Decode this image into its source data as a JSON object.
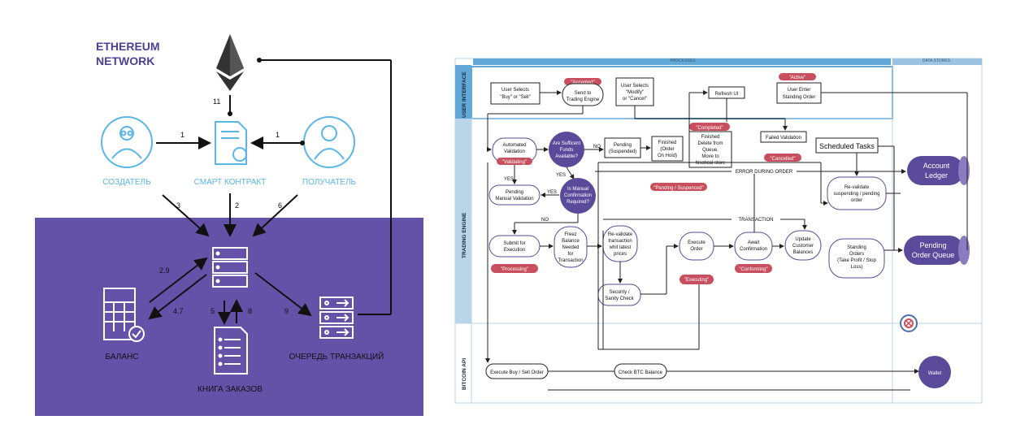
{
  "left": {
    "network_title_1": "ETHEREUM",
    "network_title_2": "NETWORK",
    "creator": "СОЗДАТЕЛЬ",
    "contract": "СМАРТ КОНТРАКТ",
    "receiver": "ПОЛУЧАТЕЛЬ",
    "balance": "БАЛАНС",
    "orderbook": "КНИГА ЗАКАЗОВ",
    "queue": "ОЧЕРЕДЬ ТРАНЗАКЦИЙ",
    "step_11": "11",
    "step_1a": "1",
    "step_1b": "1",
    "step_2": "2",
    "step_3": "3",
    "step_6": "6",
    "step_29": "2.9",
    "step_47": "4.7",
    "step_5": "5",
    "step_8": "8",
    "step_9": "9",
    "colors": {
      "light_blue": "#5bb6e8",
      "purple": "#6352a8",
      "dark": "#111111"
    }
  },
  "right": {
    "header_processes": "PROCESSES",
    "header_data": "DATA STORES",
    "lane_ui": "USER INTERFACE",
    "lane_te": "TRADING ENGINE",
    "lane_api": "BITCOIN API",
    "user_selects_1": "User Selects",
    "user_selects_2": "\"Buy\" or \"Sell\"",
    "accepted": "\"Accepted\"",
    "send_1": "Send to",
    "send_2": "Trading Engine",
    "modify_1": "User Selects",
    "modify_2": "\"Modify\"",
    "modify_3": "or \"Cancel\"",
    "refresh": "Refresh UI",
    "active": "\"Active\"",
    "standing_1": "User Enter",
    "standing_2": "Standing Order",
    "auto_1": "Automated",
    "auto_2": "Validation",
    "validating": "\"Validating\"",
    "funds_1": "Are Sufficent",
    "funds_2": "Funds",
    "funds_3": "Available?",
    "no_1": "NO",
    "yes_1": "YES",
    "yes_2": "YES",
    "yes_3": "YES",
    "no_2": "NO",
    "pending_susp_1": "Pending",
    "pending_susp_2": "(Suspended)",
    "finished_1": "Finished",
    "finished_2": "(Order",
    "finished_3": "On Hold)",
    "completed": "\"Completed\"",
    "fin_del_1": "Finished",
    "fin_del_2": "Delete from",
    "fin_del_3": "Queue,",
    "fin_del_4": "Move to",
    "fin_del_5": "hisotical store",
    "failed": "Failed Validation",
    "cancelled": "\"Cancelled\"",
    "scheduled": "Scheduled Tasks",
    "error_label": "ERROR DURING ORDER",
    "pending_suspended_tag": "\"Pending / Suspenced\"",
    "pmv_1": "Pending",
    "pmv_2": "Manual Validation",
    "manual_1": "Is Manual",
    "manual_2": "Confirmation",
    "manual_3": "Required?",
    "revalidate_s_1": "Re-validate",
    "revalidate_s_2": "suspending / pending",
    "revalidate_s_3": "order",
    "account_1": "Account",
    "account_2": "Ledger",
    "transaction": "TRANSACTION",
    "submit_1": "Submit for",
    "submit_2": "Execution",
    "processing": "\"Processing\"",
    "freeze_1": "Freez",
    "freeze_2": "Balance",
    "freeze_3": "Needed",
    "freeze_4": "for",
    "freeze_5": "Transaction",
    "reval_t_1": "Re-validate",
    "reval_t_2": "transaction",
    "reval_t_3": "whit latest",
    "reval_t_4": "prices",
    "execute_1": "Execute",
    "execute_2": "Order",
    "executing": "\"Executing\"",
    "await_1": "Await",
    "await_2": "Confirmation",
    "conforming": "\"Conforming\"",
    "update_1": "Update",
    "update_2": "Customer",
    "update_3": "Balances",
    "standing_o_1": "Standing",
    "standing_o_2": "Orders",
    "standing_o_3": "(Take Profit / Stop",
    "standing_o_4": "Loss)",
    "pending_q_1": "Pending",
    "pending_q_2": "Order Queue",
    "security_1": "Security /",
    "security_2": "Sanity Check",
    "exec_buy": "Execute Buy / Sell Order",
    "check_btc": "Check BTC Balance",
    "wallet": "Wallet",
    "colors": {
      "lane_blue": "#62a8d8",
      "status_red": "#c8505e",
      "node_purple": "#5a4a9a"
    }
  }
}
